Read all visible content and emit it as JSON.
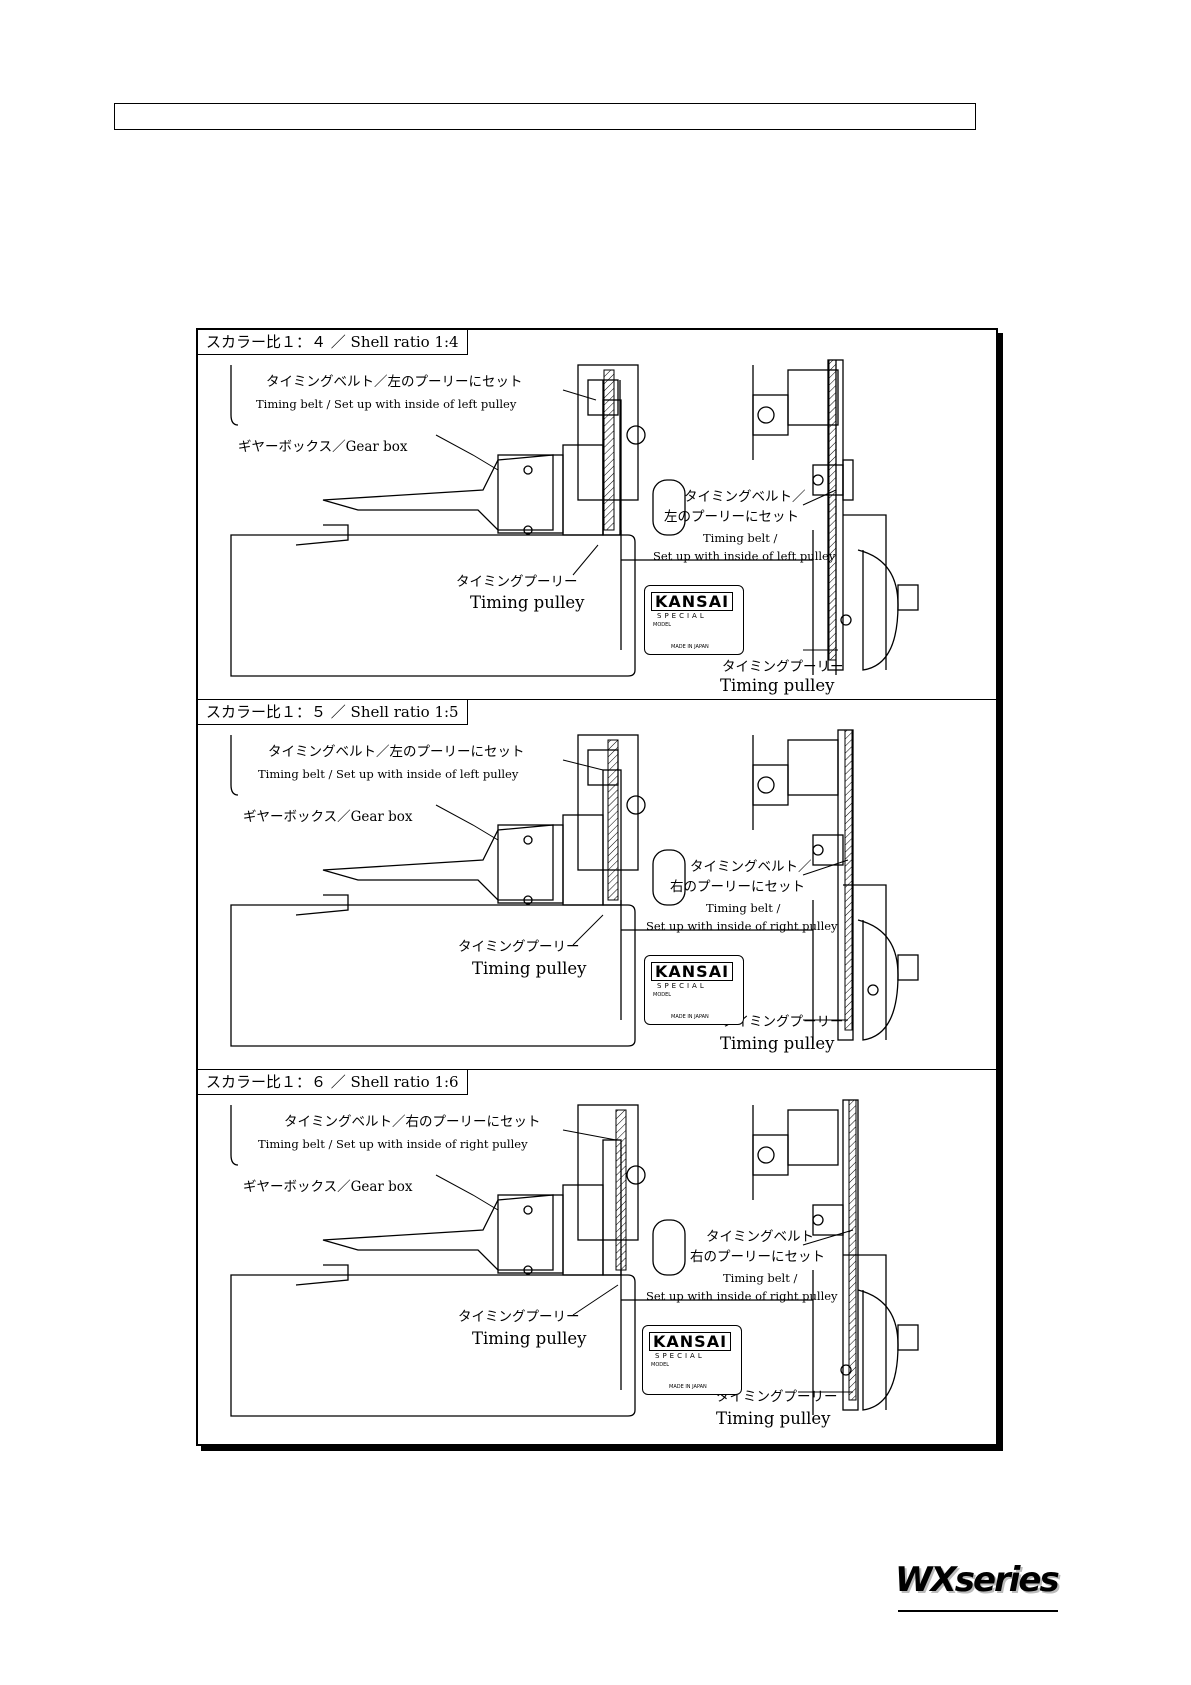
{
  "sections": [
    {
      "ratio_label": "スカラー比１：４ ／ Shell ratio 1:4",
      "belt_left_jp": "タイミングベルト／左のプーリーにセット",
      "belt_left_en": "Timing belt / Set up with inside of left pulley",
      "gearbox": "ギヤーボックス／Gear box",
      "pulley_left_jp": "タイミングプーリー",
      "pulley_left_en": "Timing pulley",
      "belt_right_jp_1": "タイミングベルト／",
      "belt_right_jp_2": "左のプーリーにセット",
      "belt_right_en_1": "Timing belt /",
      "belt_right_en_2": "Set up with inside of left pulley",
      "pulley_right_jp": "タイミングプーリー",
      "pulley_right_en": "Timing pulley"
    },
    {
      "ratio_label": "スカラー比１：５ ／ Shell ratio 1:5",
      "belt_left_jp": "タイミングベルト／左のプーリーにセット",
      "belt_left_en": "Timing belt / Set up with inside of left pulley",
      "gearbox": "ギヤーボックス／Gear box",
      "pulley_left_jp": "タイミングプーリー",
      "pulley_left_en": "Timing pulley",
      "belt_right_jp_1": "タイミングベルト／",
      "belt_right_jp_2": "右のプーリーにセット",
      "belt_right_en_1": "Timing belt /",
      "belt_right_en_2": "Set up with inside of right pulley",
      "pulley_right_jp": "タイミングプーリー",
      "pulley_right_en": "Timing pulley"
    },
    {
      "ratio_label": "スカラー比１：６ ／ Shell ratio 1:6",
      "belt_left_jp": "タイミングベルト／右のプーリーにセット",
      "belt_left_en": "Timing belt / Set up with inside of right pulley",
      "gearbox": "ギヤーボックス／Gear box",
      "pulley_left_jp": "タイミングプーリー",
      "pulley_left_en": "Timing pulley",
      "belt_right_jp_1": "タイミングベルト",
      "belt_right_jp_2": "右のプーリーにセット",
      "belt_right_en_1": "Timing belt /",
      "belt_right_en_2": "Set up with inside of right pulley",
      "pulley_right_jp": "タイミングプーリー",
      "pulley_right_en": "Timing pulley"
    }
  ],
  "nameplate": {
    "brand": "KANSAI",
    "sub": "SPECIAL",
    "model": "MODEL",
    "made_in": "MADE IN JAPAN"
  },
  "footer": {
    "logo": "WXseries"
  }
}
